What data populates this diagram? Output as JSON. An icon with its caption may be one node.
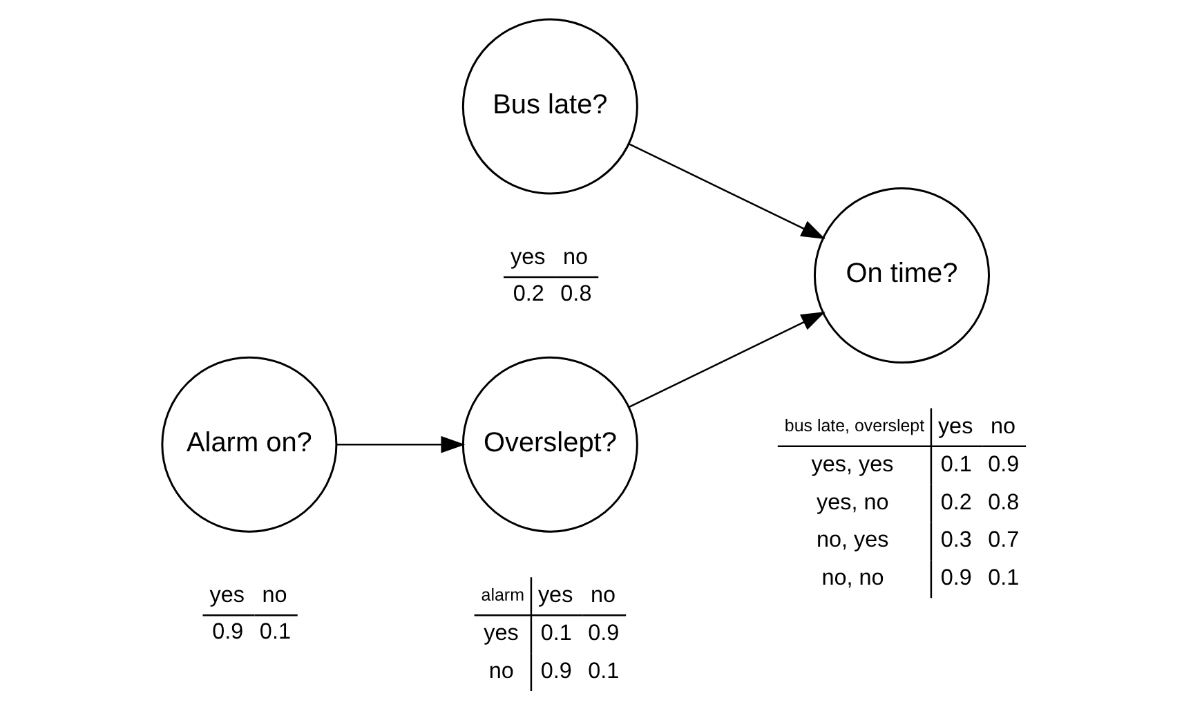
{
  "diagram": {
    "nodes": [
      {
        "text": [
          "Bus late?"
        ],
        "beside": [
          "yes",
          "no",
          "0.2",
          "0.8"
        ]
      },
      {
        "text": [
          "On time?"
        ],
        "beside": [
          "bus late, overslept",
          "yes",
          "no",
          "yes, yes",
          "0.1",
          "0.9",
          "yes, no",
          "0.2",
          "0.8",
          "no, yes",
          "0.3",
          "0.7",
          "no, no",
          "0.9",
          "0.1"
        ]
      },
      {
        "text": [
          "Alarm on?"
        ],
        "beside": [
          "yes",
          "no",
          "0.9",
          "0.1"
        ]
      },
      {
        "text": [
          "Overslept?"
        ],
        "beside": [
          "alarm",
          "yes",
          "no",
          "yes",
          "0.1",
          "0.9",
          "no",
          "0.9",
          "0.1"
        ]
      }
    ],
    "edges": [
      {
        "from": 0,
        "to": 1,
        "arrow": "to"
      },
      {
        "from": 2,
        "to": 3,
        "arrow": "to"
      },
      {
        "from": 3,
        "to": 1,
        "arrow": "to"
      }
    ]
  }
}
